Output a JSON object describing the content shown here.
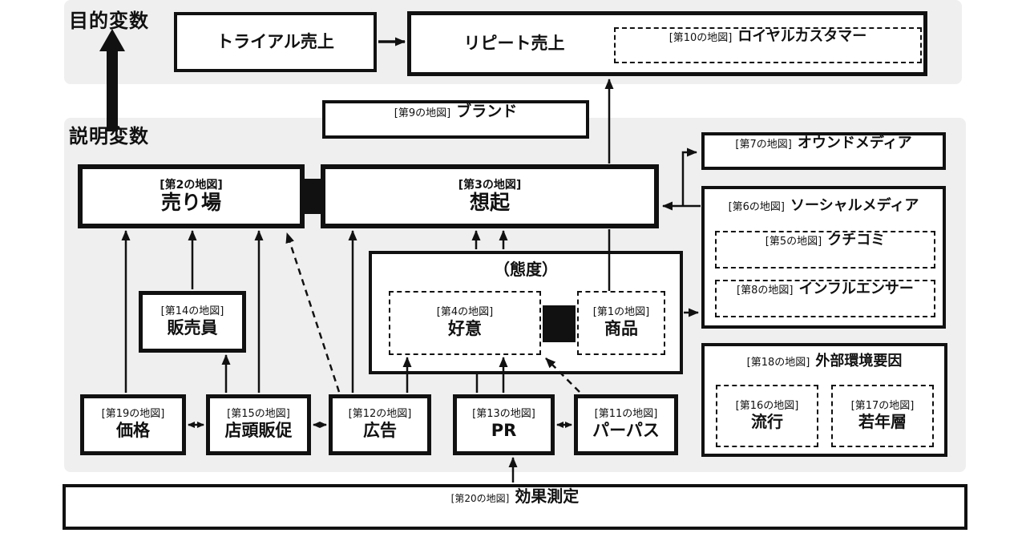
{
  "diagram": {
    "section_labels": {
      "objective": "目的変数",
      "explanatory": "説明変数"
    },
    "attitude_group_title": "（態度）",
    "nodes": {
      "trial_sales": {
        "name": "トライアル売上"
      },
      "repeat_sales": {
        "name": "リピート売上"
      },
      "loyal_customer": {
        "prefix": "[第10の地図]",
        "name": "ロイヤルカスタマー"
      },
      "brand": {
        "prefix": "[第9の地図]",
        "name": "ブランド"
      },
      "sales_floor": {
        "prefix": "[第2の地図]",
        "name": "売り場"
      },
      "recall": {
        "prefix": "[第3の地図]",
        "name": "想起"
      },
      "owned_media": {
        "prefix": "[第7の地図]",
        "name": "オウンドメディア"
      },
      "social_media": {
        "prefix": "[第6の地図]",
        "name": "ソーシャルメディア"
      },
      "word_of_mouth": {
        "prefix": "[第5の地図]",
        "name": "クチコミ"
      },
      "influencer": {
        "prefix": "[第8の地図]",
        "name": "インフルエンサー"
      },
      "favor": {
        "prefix": "[第4の地図]",
        "name": "好意"
      },
      "product": {
        "prefix": "[第1の地図]",
        "name": "商品"
      },
      "salesperson": {
        "prefix": "[第14の地図]",
        "name": "販売員"
      },
      "price": {
        "prefix": "[第19の地図]",
        "name": "価格"
      },
      "instore_promotion": {
        "prefix": "[第15の地図]",
        "name": "店頭販促"
      },
      "advertising": {
        "prefix": "[第12の地図]",
        "name": "広告"
      },
      "pr": {
        "prefix": "[第13の地図]",
        "name": "PR"
      },
      "purpose": {
        "prefix": "[第11の地図]",
        "name": "パーパス"
      },
      "external_environment": {
        "prefix": "[第18の地図]",
        "name": "外部環境要因"
      },
      "trend": {
        "prefix": "[第16の地図]",
        "name": "流行"
      },
      "youth": {
        "prefix": "[第17の地図]",
        "name": "若年層"
      },
      "effect_measurement": {
        "prefix": "[第20の地図]",
        "name": "効果測定"
      }
    },
    "colors": {
      "line": "#111111",
      "panel_background": "#efefef",
      "box_fill": "#ffffff",
      "text": "#111111"
    }
  }
}
